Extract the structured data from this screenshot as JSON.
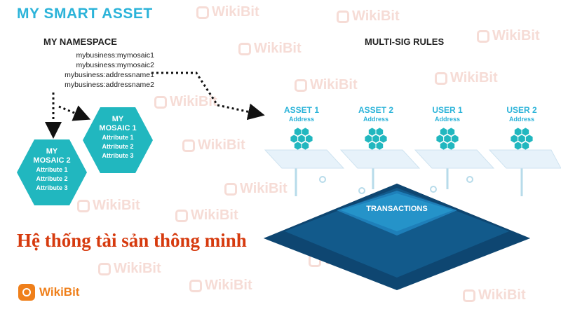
{
  "title": "MY SMART ASSET",
  "namespace": {
    "title": "MY NAMESPACE",
    "items": [
      "mybusiness:mymosaic1",
      "mybusiness:mymosaic2",
      "mybusiness:addressname1",
      "mybusiness:addressname2"
    ]
  },
  "mosaic1": {
    "title_a": "MY",
    "title_b": "MOSAIC 1",
    "attributes": [
      "Attribute 1",
      "Attribute 2",
      "Attribute 3"
    ]
  },
  "mosaic2": {
    "title_a": "MY",
    "title_b": "MOSAIC 2",
    "attributes": [
      "Attribute 1",
      "Attribute 2",
      "Attribute 3"
    ]
  },
  "multisig": {
    "title": "MULTI-SIG RULES",
    "slots": [
      {
        "name": "ASSET 1",
        "sub": "Address"
      },
      {
        "name": "ASSET 2",
        "sub": "Address"
      },
      {
        "name": "USER 1",
        "sub": "Address"
      },
      {
        "name": "USER 2",
        "sub": "Address"
      }
    ],
    "center": "TRANSACTIONS"
  },
  "caption": "Hệ thống tài sản thông minh",
  "brand": "WikiBit",
  "watermark": "WikiBit",
  "colors": {
    "accent": "#2bb3d9",
    "hex": "#21b7bf",
    "caption": "#d63a0e",
    "brand": "#ef7f1a",
    "platform_dark": "#0d3b5e"
  }
}
